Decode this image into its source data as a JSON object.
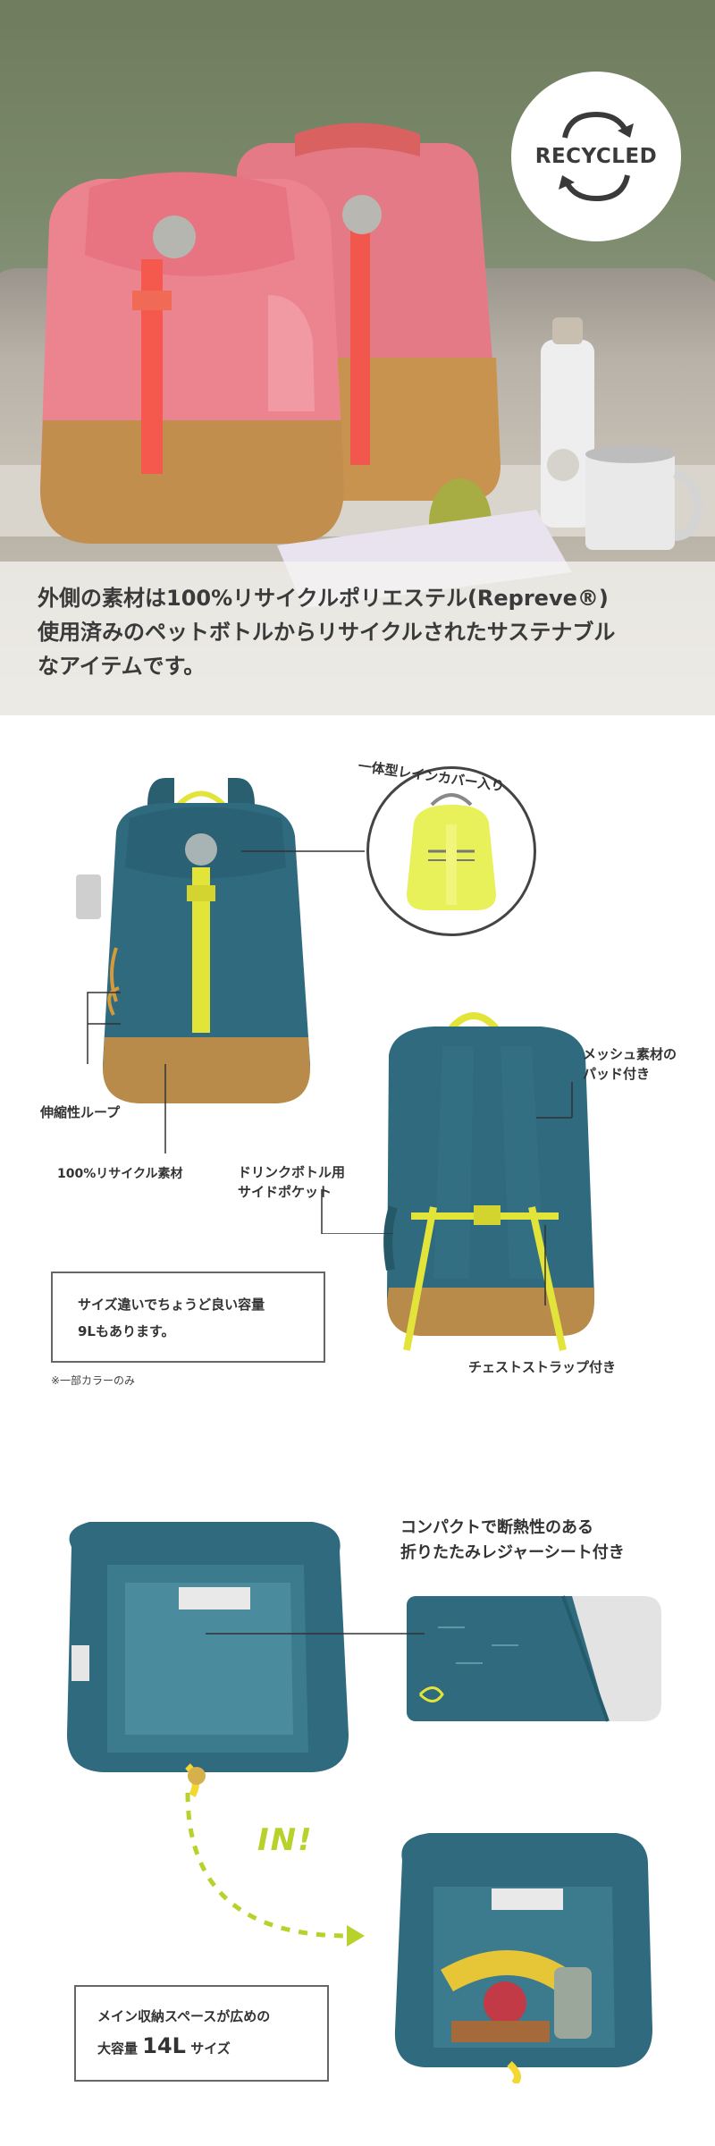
{
  "hero": {
    "badge": "RECYCLED",
    "text_lines": [
      "外側の素材は100%リサイクルポリエステル(Repreve®)",
      "使用済みのペットボトルからリサイクルされたサステナブル",
      "なアイテムです。"
    ]
  },
  "features": {
    "rain_cover": "一体型レインカバー入り",
    "mesh_line1": "メッシュ素材の",
    "mesh_line2": "パッド付き",
    "elastic_loop": "伸縮性ループ",
    "recycled_material": "100%リサイクル素材",
    "bottle_pocket_line1": "ドリンクボトル用",
    "bottle_pocket_line2": "サイドポケット",
    "chest_strap": "チェストストラップ付き",
    "size_box_line1": "サイズ違いでちょうど良い容量",
    "size_box_line2": "9Lもあります。",
    "note": "※一部カラーのみ"
  },
  "inside": {
    "sheet_line1": "コンパクトで断熱性のある",
    "sheet_line2": "折りたたみレジャーシート付き",
    "in_label": "IN!",
    "capacity_line1": "メイン収納スペースが広めの",
    "capacity_prefix": "大容量",
    "capacity_value": "14L",
    "capacity_suffix": "サイズ"
  },
  "colors": {
    "pink_bag": "#e9808a",
    "teal_bag": "#2f6a7e",
    "yellow": "#e3e43a",
    "brown_base": "#b98b4b",
    "accent_green": "#b9d12b"
  }
}
